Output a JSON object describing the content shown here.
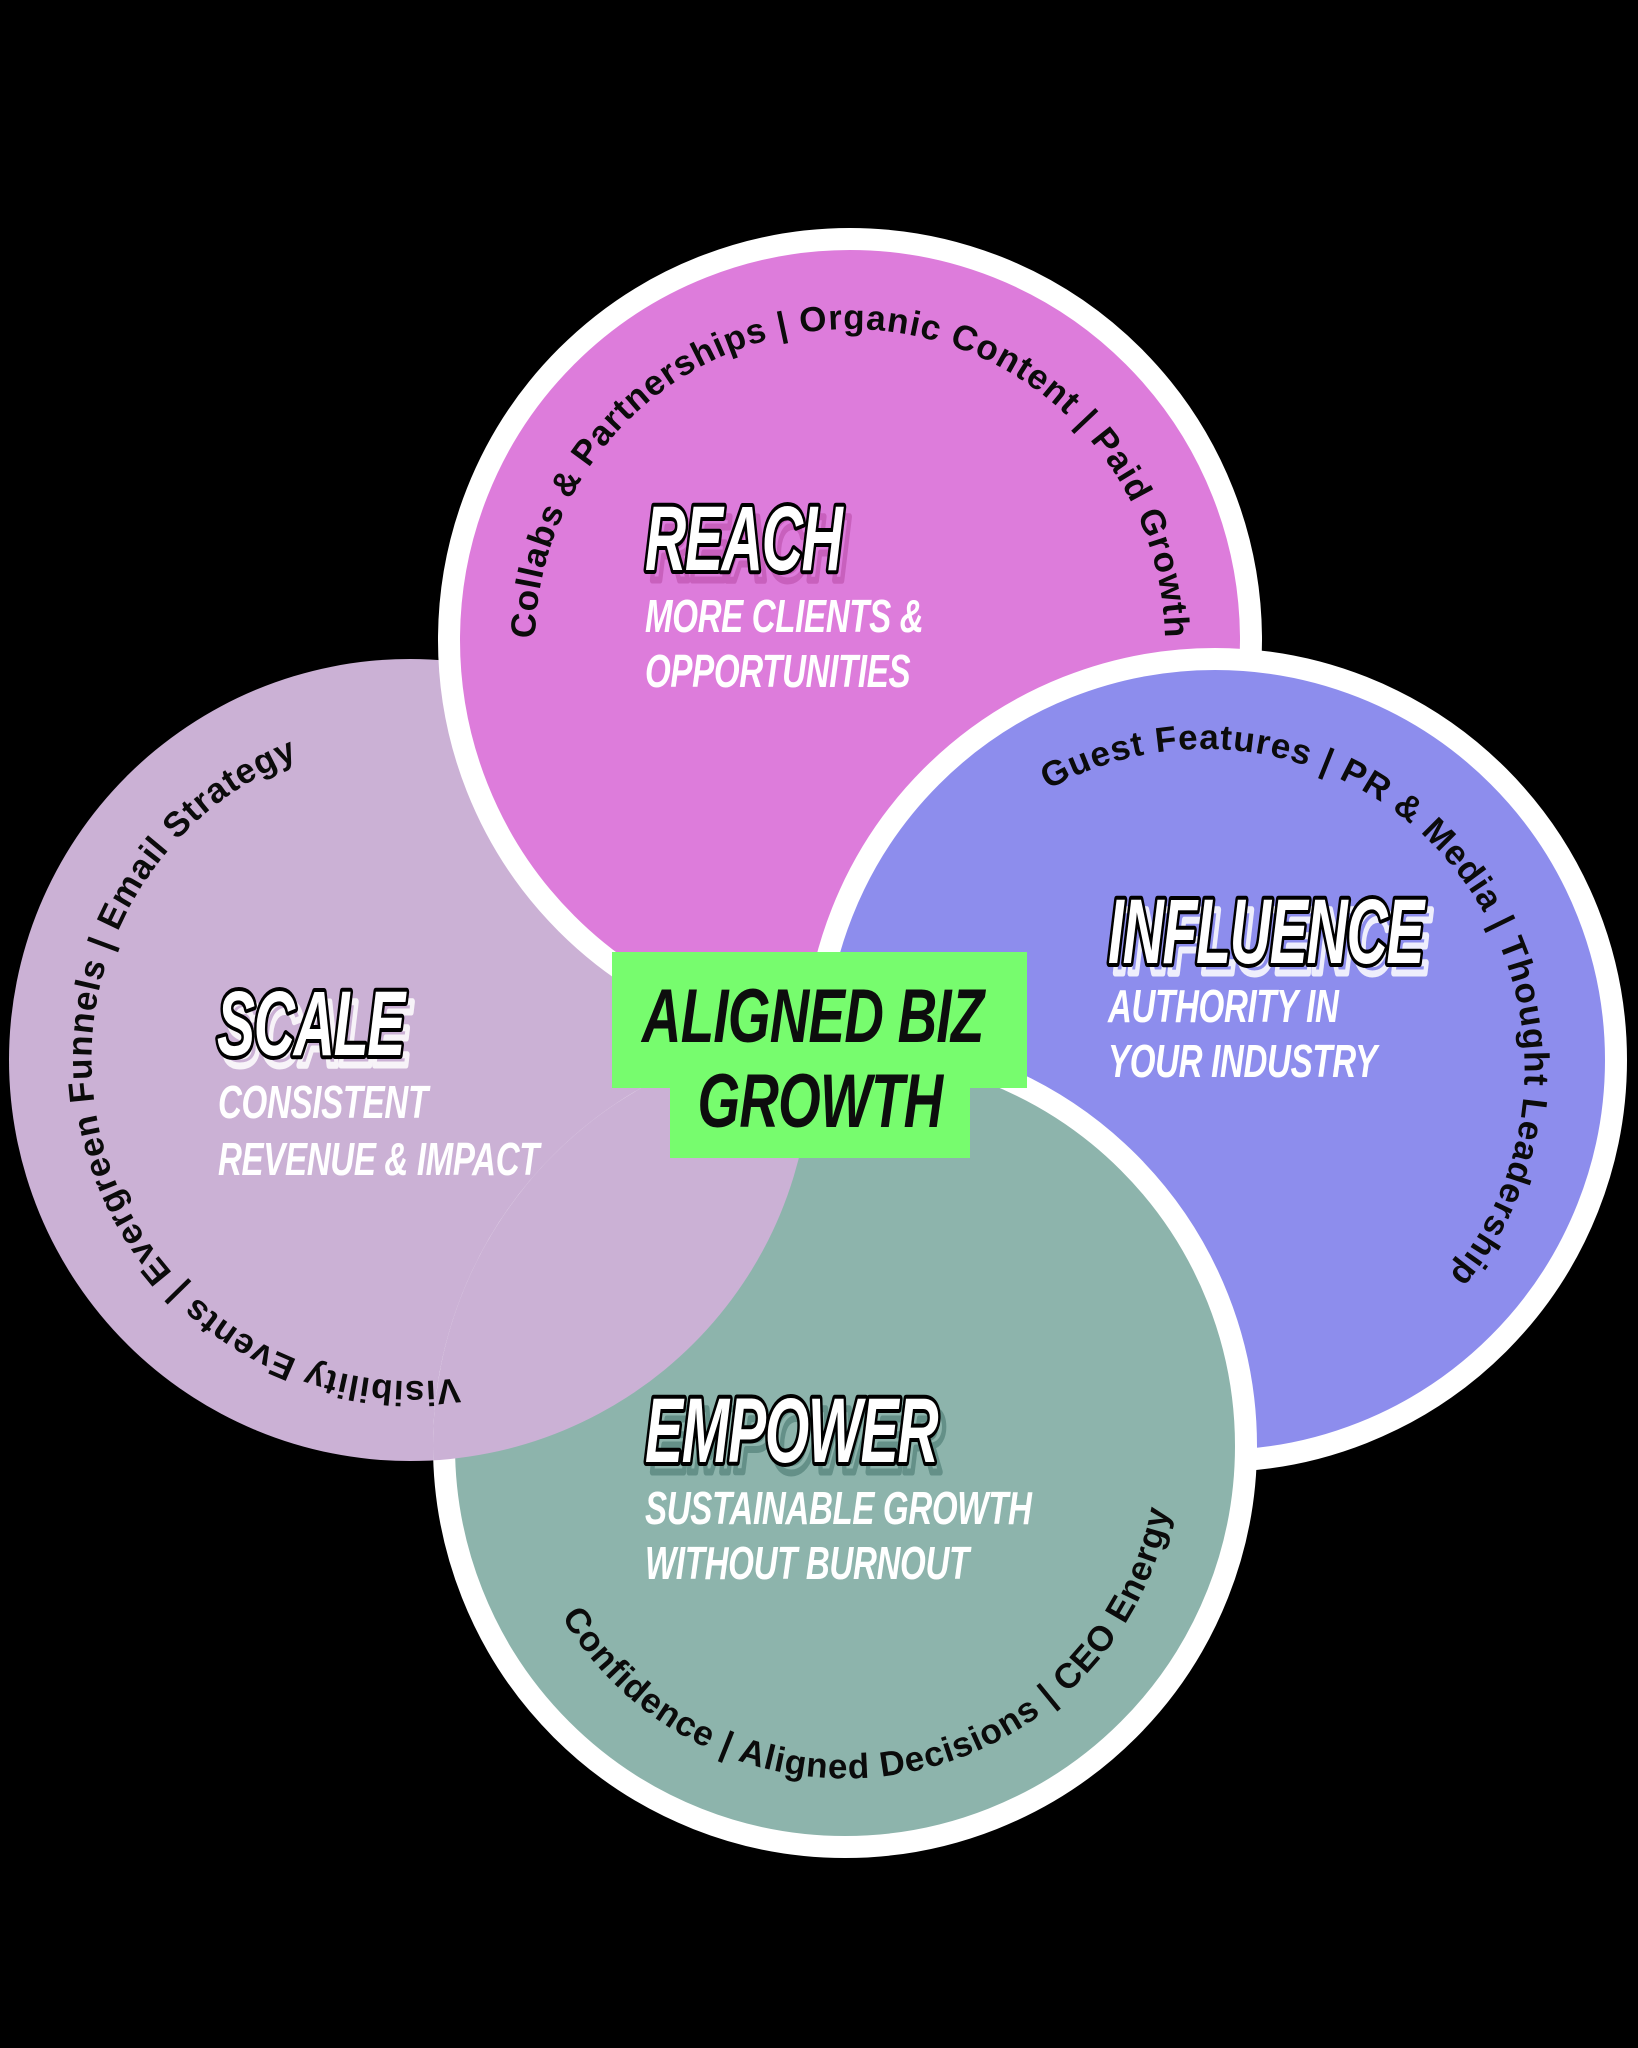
{
  "palette": {
    "background": "#000000",
    "ring": "#ffffff",
    "arc_text": "#0b0b0b"
  },
  "center": {
    "label_lines": [
      "ALIGNED BIZ",
      "GROWTH"
    ],
    "box_color": "#77fc6e",
    "text_color": "#0d0d0d"
  },
  "circles": [
    {
      "name": "reach",
      "title": "REACH",
      "subtitle_lines": [
        "MORE CLIENTS &",
        "OPPORTUNITIES"
      ],
      "arc_text": "Collabs & Partnerships | Organic Content | Paid Growth",
      "fill": "#dd7cdb",
      "echo_color": "#c55cb8"
    },
    {
      "name": "influence",
      "title": "INFLUENCE",
      "subtitle_lines": [
        "AUTHORITY IN",
        "YOUR INDUSTRY"
      ],
      "arc_text": "Guest Features | PR & Media | Thought Leadership",
      "fill": "#8d8ded",
      "echo_color": "#ffffff"
    },
    {
      "name": "scale",
      "title": "SCALE",
      "subtitle_lines": [
        "CONSISTENT",
        "REVENUE & IMPACT"
      ],
      "arc_text": "Visibility Events | Evergreen Funnels | Email Strategy",
      "fill": "#cbb1d5",
      "echo_color": "#ffffff"
    },
    {
      "name": "empower",
      "title": "EMPOWER",
      "subtitle_lines": [
        "SUSTAINABLE GROWTH",
        "WITHOUT BURNOUT"
      ],
      "arc_text": "Confidence | Aligned Decisions | CEO Energy",
      "fill": "#8db4ac",
      "echo_color": "#5d8a82"
    }
  ]
}
